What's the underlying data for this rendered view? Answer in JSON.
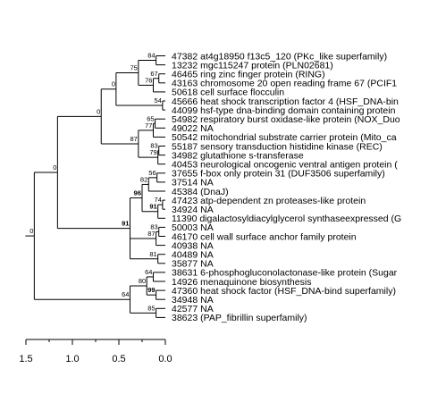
{
  "figure": {
    "type": "phylogenetic-dendrogram",
    "axis": {
      "ticks": [
        {
          "value": 1.5,
          "label": "1.5"
        },
        {
          "value": 1.0,
          "label": "1.0"
        },
        {
          "value": 0.5,
          "label": "0.5"
        },
        {
          "value": 0.0,
          "label": "0.0"
        }
      ],
      "minor_ticks": [
        1.25,
        0.75,
        0.25
      ]
    },
    "leaves": [
      {
        "id": "47382",
        "label": "47382 at4g18950 f13c5_120 (PKc_like superfamily)"
      },
      {
        "id": "13232",
        "label": "13232 mgc115247 protein (PLN02681)"
      },
      {
        "id": "46465",
        "label": "46465 ring zinc finger protein (RING)"
      },
      {
        "id": "43163",
        "label": "43163 chromosome 20 open reading frame 67 (PCIF1"
      },
      {
        "id": "50618",
        "label": "50618 cell surface flocculin"
      },
      {
        "id": "45666",
        "label": "45666 heat shock transcription factor 4 (HSF_DNA-bin"
      },
      {
        "id": "44099",
        "label": "44099 hsf-type dna-binding domain containing protein"
      },
      {
        "id": "54982",
        "label": "54982 respiratory burst oxidase-like protein (NOX_Duo"
      },
      {
        "id": "49022",
        "label": "49022 NA"
      },
      {
        "id": "50542",
        "label": "50542 mitochondrial substrate carrier protein (Mito_ca"
      },
      {
        "id": "55187",
        "label": "55187 sensory transduction histidine kinase (REC)"
      },
      {
        "id": "34982",
        "label": "34982 glutathione s-transferase"
      },
      {
        "id": "40453",
        "label": "40453 neurological oncogenic ventral antigen protein ("
      },
      {
        "id": "37655",
        "label": "37655 f-box only protein 31 (DUF3506 superfamily)"
      },
      {
        "id": "37514",
        "label": "37514 NA"
      },
      {
        "id": "45384",
        "label": "45384 (DnaJ)"
      },
      {
        "id": "47423",
        "label": "47423 atp-dependent zn proteases-like protein"
      },
      {
        "id": "34924",
        "label": "34924 NA"
      },
      {
        "id": "11390",
        "label": "11390 digalactosyldiacylglycerol synthaseexpressed (G"
      },
      {
        "id": "50003",
        "label": "50003 NA"
      },
      {
        "id": "46170",
        "label": "46170 cell wall surface anchor family protein"
      },
      {
        "id": "40938",
        "label": "40938 NA"
      },
      {
        "id": "40489",
        "label": "40489 NA"
      },
      {
        "id": "35877",
        "label": "35877 NA"
      },
      {
        "id": "38631",
        "label": "38631 6-phosphogluconolactonase-like protein (Sugar"
      },
      {
        "id": "14926",
        "label": "14926 menaquinone biosynthesis"
      },
      {
        "id": "47360",
        "label": "47360 heat shock factor (HSF_DNA-bind superfamily)"
      },
      {
        "id": "34948",
        "label": "34948 NA"
      },
      {
        "id": "42577",
        "label": "42577 NA"
      },
      {
        "id": "38623",
        "label": "38623 (PAP_fibrillin superfamily)"
      }
    ],
    "tree": {
      "h": 1.41,
      "label": "0",
      "children": [
        {
          "h": 1.16,
          "label": "0",
          "children": [
            {
              "h": 0.69,
              "label": "0",
              "children": [
                {
                  "h": 0.53,
                  "label": "0",
                  "children": [
                    {
                      "h": 0.29,
                      "label": "75",
                      "children": [
                        {
                          "h": 0.1,
                          "label": "84",
                          "children": [
                            {
                              "leaf": 0
                            },
                            {
                              "leaf": 1
                            }
                          ]
                        },
                        {
                          "h": 0.13,
                          "label": "76",
                          "children": [
                            {
                              "h": 0.07,
                              "label": "67",
                              "children": [
                                {
                                  "leaf": 2
                                },
                                {
                                  "leaf": 3
                                }
                              ]
                            },
                            {
                              "leaf": 4
                            }
                          ]
                        }
                      ]
                    },
                    {
                      "h": 0.03,
                      "label": "54",
                      "children": [
                        {
                          "leaf": 5
                        },
                        {
                          "leaf": 6
                        }
                      ]
                    }
                  ]
                },
                {
                  "h": 0.29,
                  "label": "87",
                  "children": [
                    {
                      "h": 0.13,
                      "label": "77",
                      "children": [
                        {
                          "h": 0.11,
                          "label": "65",
                          "children": [
                            {
                              "leaf": 7
                            },
                            {
                              "leaf": 8
                            }
                          ]
                        },
                        {
                          "leaf": 9
                        }
                      ]
                    },
                    {
                      "h": 0.08,
                      "label": "79",
                      "children": [
                        {
                          "h": 0.07,
                          "label": "83",
                          "children": [
                            {
                              "leaf": 10
                            },
                            {
                              "leaf": 11
                            }
                          ]
                        },
                        {
                          "leaf": 12
                        }
                      ]
                    }
                  ]
                }
              ]
            },
            {
              "h": 0.38,
              "label": "91",
              "bold": true,
              "children": [
                {
                  "h": 0.25,
                  "label": "96",
                  "bold": true,
                  "children": [
                    {
                      "h": 0.18,
                      "label": "82",
                      "children": [
                        {
                          "h": 0.09,
                          "label": "56",
                          "children": [
                            {
                              "leaf": 13
                            },
                            {
                              "leaf": 14
                            }
                          ]
                        },
                        {
                          "leaf": 15
                        }
                      ]
                    },
                    {
                      "h": 0.08,
                      "label": "91",
                      "bold": true,
                      "children": [
                        {
                          "h": 0.03,
                          "label": "74",
                          "children": [
                            {
                              "leaf": 16
                            },
                            {
                              "leaf": 17
                            }
                          ]
                        },
                        {
                          "leaf": 18
                        }
                      ]
                    }
                  ]
                },
                {
                  "h": 0.1,
                  "label": "87",
                  "children": [
                    {
                      "h": 0.07,
                      "label": "83",
                      "children": [
                        {
                          "leaf": 19
                        },
                        {
                          "leaf": 20
                        }
                      ]
                    },
                    {
                      "leaf": 21
                    }
                  ]
                },
                {
                  "h": 0.08,
                  "label": "81",
                  "children": [
                    {
                      "leaf": 22
                    },
                    {
                      "leaf": 23
                    }
                  ]
                }
              ]
            }
          ]
        },
        {
          "h": 0.38,
          "label": "64",
          "children": [
            {
              "h": 0.2,
              "label": "80",
              "children": [
                {
                  "h": 0.13,
                  "label": "64",
                  "children": [
                    {
                      "leaf": 24
                    },
                    {
                      "leaf": 25
                    }
                  ]
                },
                {
                  "h": 0.1,
                  "label": "99",
                  "bold": true,
                  "children": [
                    {
                      "leaf": 26
                    },
                    {
                      "leaf": 27
                    }
                  ]
                }
              ]
            },
            {
              "h": 0.1,
              "label": "85",
              "children": [
                {
                  "leaf": 28
                },
                {
                  "leaf": 29
                }
              ]
            }
          ]
        }
      ]
    }
  }
}
